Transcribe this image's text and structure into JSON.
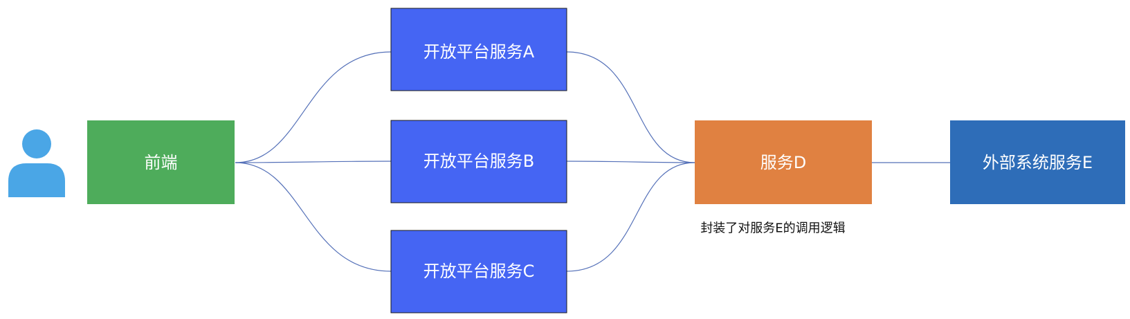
{
  "nodes": {
    "frontend": {
      "label": "前端",
      "color": "#4eac5b"
    },
    "service_a": {
      "label": "开放平台服务A",
      "color": "#4565f3"
    },
    "service_b": {
      "label": "开放平台服务B",
      "color": "#4565f3"
    },
    "service_c": {
      "label": "开放平台服务C",
      "color": "#4565f3"
    },
    "service_d": {
      "label": "服务D",
      "color": "#e08141"
    },
    "service_e": {
      "label": "外部系统服务E",
      "color": "#2e6db8"
    }
  },
  "note": {
    "text": "封装了对服务E的调用逻辑"
  },
  "colors": {
    "user_icon": "#4aa6e6",
    "edge": "#5470b8",
    "box_border": "#1a1a1a"
  },
  "icons": {
    "user": "user-icon"
  }
}
